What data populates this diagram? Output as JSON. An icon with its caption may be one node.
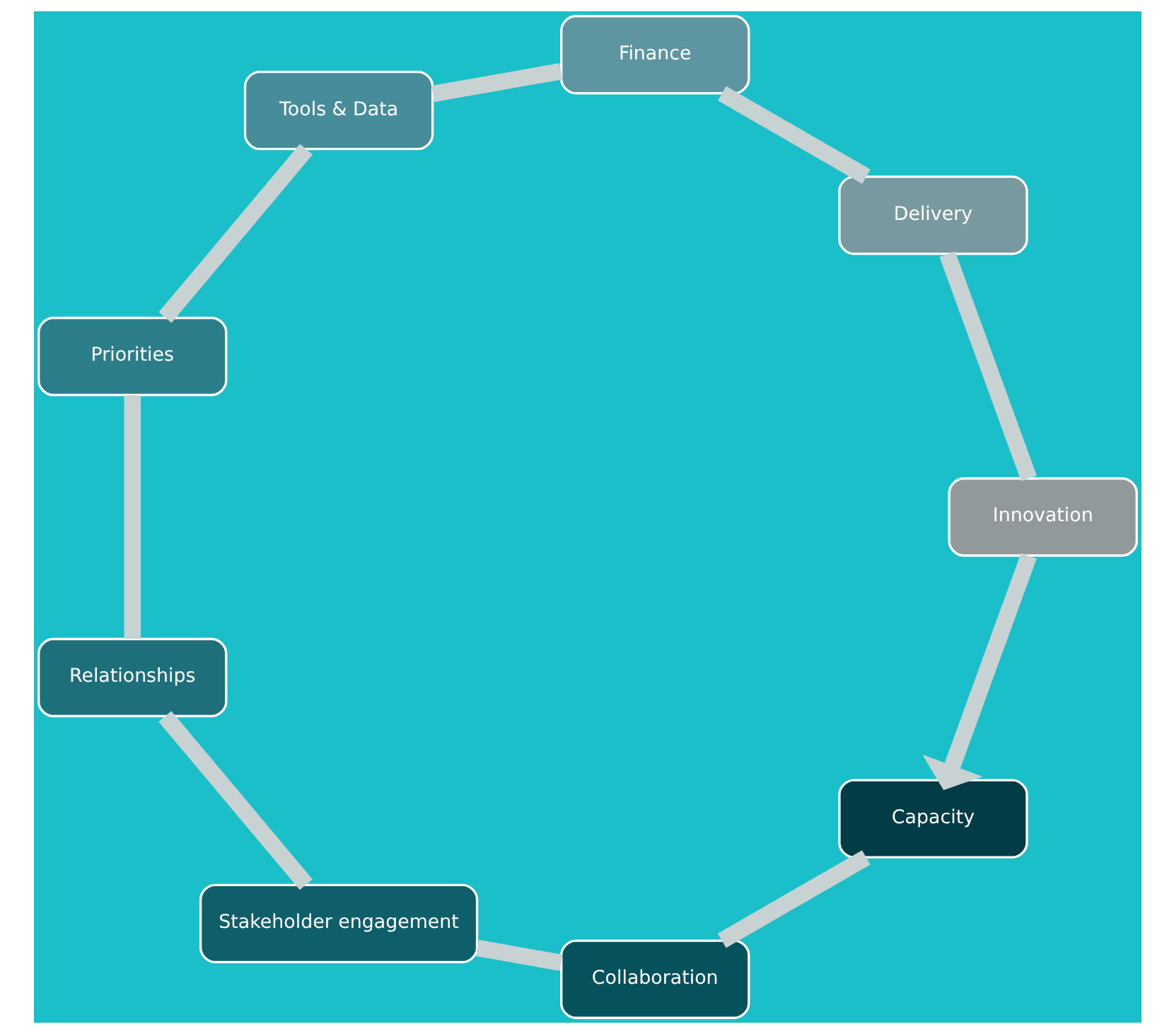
{
  "diagram": {
    "nodes": [
      {
        "text": [
          "Capacity"
        ]
      },
      {
        "text": [
          "Collaboration"
        ]
      },
      {
        "text": [
          "Stakeholder engagement"
        ]
      },
      {
        "text": [
          "Relationships"
        ]
      },
      {
        "text": [
          "Priorities"
        ]
      },
      {
        "text": [
          "Tools & Data"
        ]
      },
      {
        "text": [
          "Finance"
        ]
      },
      {
        "text": [
          "Delivery"
        ]
      },
      {
        "text": [
          "Innovation"
        ]
      }
    ],
    "edges": [
      {
        "from": 0,
        "to": 1,
        "arrow": "none"
      },
      {
        "from": 1,
        "to": 2,
        "arrow": "none"
      },
      {
        "from": 2,
        "to": 3,
        "arrow": "none"
      },
      {
        "from": 3,
        "to": 4,
        "arrow": "none"
      },
      {
        "from": 4,
        "to": 5,
        "arrow": "none"
      },
      {
        "from": 5,
        "to": 6,
        "arrow": "none"
      },
      {
        "from": 6,
        "to": 7,
        "arrow": "none"
      },
      {
        "from": 7,
        "to": 8,
        "arrow": "none"
      },
      {
        "from": 8,
        "to": 0,
        "arrow": "to"
      }
    ]
  }
}
